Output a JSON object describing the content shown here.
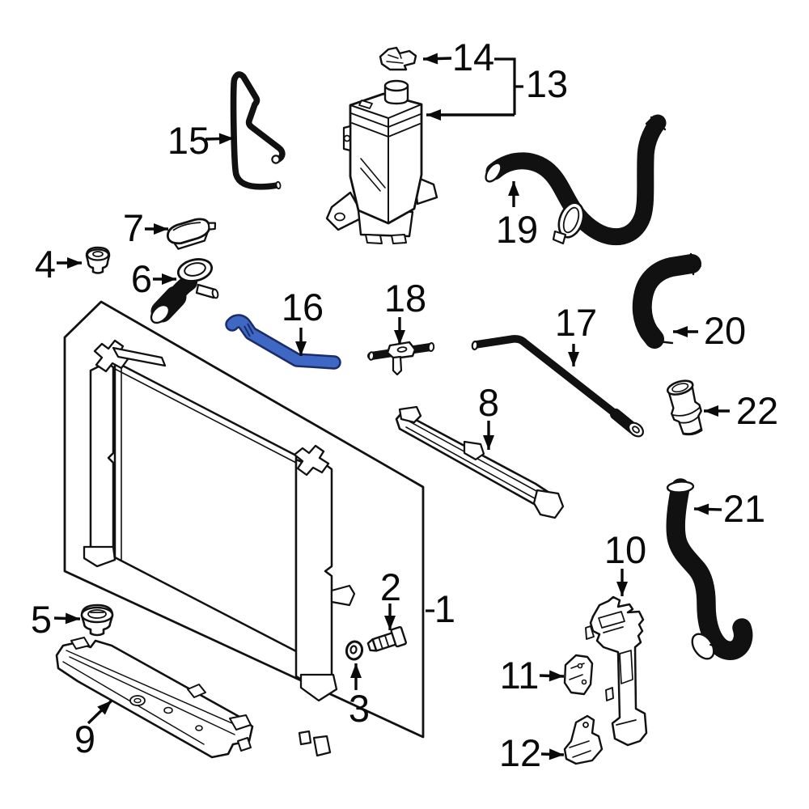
{
  "diagram": {
    "type": "exploded-parts-diagram",
    "highlighted_callout": "16",
    "colors": {
      "background": "#FFFFFF",
      "line": "#111111",
      "label": "#0A0A0A",
      "highlight_fill": "#3E68C4",
      "highlight_outline": "#1B2D69"
    },
    "callouts": [
      {
        "num": "1",
        "part": "radiator-assembly"
      },
      {
        "num": "2",
        "part": "drain-plug"
      },
      {
        "num": "3",
        "part": "drain-plug-gasket"
      },
      {
        "num": "4",
        "part": "grommet-upper"
      },
      {
        "num": "5",
        "part": "grommet-lower"
      },
      {
        "num": "6",
        "part": "water-inlet"
      },
      {
        "num": "7",
        "part": "radiator-cap"
      },
      {
        "num": "8",
        "part": "upper-support-bar"
      },
      {
        "num": "9",
        "part": "lower-air-guide"
      },
      {
        "num": "10",
        "part": "side-support-bracket"
      },
      {
        "num": "11",
        "part": "small-bracket-upper"
      },
      {
        "num": "12",
        "part": "small-bracket-lower"
      },
      {
        "num": "13",
        "part": "reserve-tank"
      },
      {
        "num": "14",
        "part": "tank-cap-bracket"
      },
      {
        "num": "15",
        "part": "overflow-hose"
      },
      {
        "num": "16",
        "part": "highlighted-hose"
      },
      {
        "num": "17",
        "part": "water-pipe"
      },
      {
        "num": "18",
        "part": "tee-pipe"
      },
      {
        "num": "19",
        "part": "upper-radiator-hose"
      },
      {
        "num": "20",
        "part": "elbow-hose"
      },
      {
        "num": "21",
        "part": "lower-radiator-hose"
      },
      {
        "num": "22",
        "part": "inlet-connector"
      }
    ]
  }
}
